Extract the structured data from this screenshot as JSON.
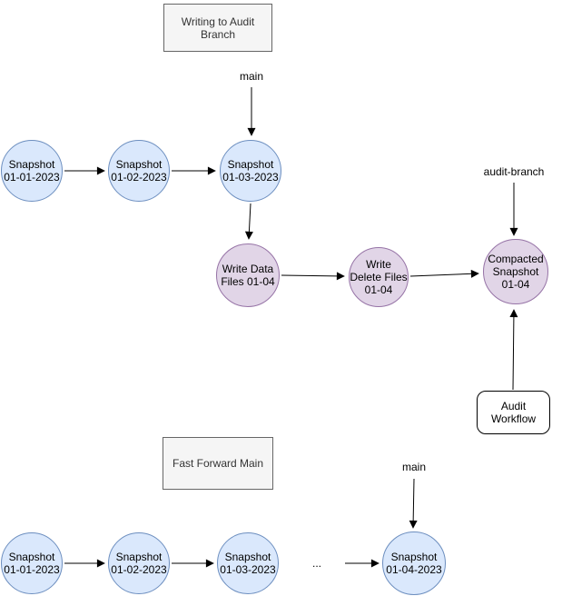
{
  "top_section": {
    "title": "Writing to Audit\nBranch",
    "main_label": "main",
    "snapshots": [
      "Snapshot\n01-01-2023",
      "Snapshot\n01-02-2023",
      "Snapshot\n01-03-2023"
    ],
    "write_data_files": "Write Data\nFiles 01-04",
    "write_delete_files": "Write\nDelete Files\n01-04",
    "compacted_snapshot": "Compacted\nSnapshot\n01-04",
    "audit_branch_label": "audit-branch",
    "audit_workflow": "Audit\nWorkflow"
  },
  "bottom_section": {
    "title": "Fast Forward Main",
    "main_label": "main",
    "snapshots": [
      "Snapshot\n01-01-2023",
      "Snapshot\n01-02-2023",
      "Snapshot\n01-03-2023",
      "Snapshot\n01-04-2023"
    ],
    "ellipsis": "..."
  },
  "edges": [
    {
      "section": "top",
      "from": "main",
      "to": "Snapshot 01-03-2023"
    },
    {
      "section": "top",
      "from": "Snapshot 01-01-2023",
      "to": "Snapshot 01-02-2023"
    },
    {
      "section": "top",
      "from": "Snapshot 01-02-2023",
      "to": "Snapshot 01-03-2023"
    },
    {
      "section": "top",
      "from": "Snapshot 01-03-2023",
      "to": "Write Data Files 01-04"
    },
    {
      "section": "top",
      "from": "Write Data Files 01-04",
      "to": "Write Delete Files 01-04"
    },
    {
      "section": "top",
      "from": "Write Delete Files 01-04",
      "to": "Compacted Snapshot 01-04"
    },
    {
      "section": "top",
      "from": "audit-branch",
      "to": "Compacted Snapshot 01-04"
    },
    {
      "section": "top",
      "from": "Audit Workflow",
      "to": "Compacted Snapshot 01-04"
    },
    {
      "section": "bottom",
      "from": "Snapshot 01-01-2023",
      "to": "Snapshot 01-02-2023"
    },
    {
      "section": "bottom",
      "from": "Snapshot 01-02-2023",
      "to": "Snapshot 01-03-2023"
    },
    {
      "section": "bottom",
      "from": "...",
      "to": "Snapshot 01-04-2023"
    },
    {
      "section": "bottom",
      "from": "main",
      "to": "Snapshot 01-04-2023"
    }
  ],
  "colors": {
    "snapshot_fill": "#dae8fc",
    "snapshot_stroke": "#6c8ebf",
    "write_fill": "#e1d5e7",
    "write_stroke": "#9673a6",
    "section_box_fill": "#f5f5f5",
    "section_box_stroke": "#666666",
    "workflow_fill": "#ffffff",
    "workflow_stroke": "#000000",
    "edge_stroke": "#000000",
    "text": "#000000"
  }
}
